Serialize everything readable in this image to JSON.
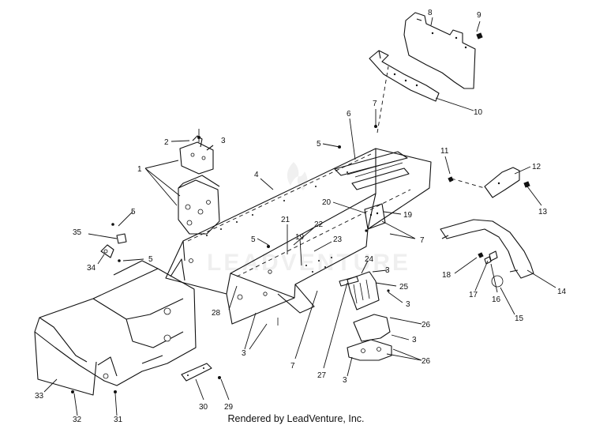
{
  "diagram": {
    "watermark": "LEADVENTURE",
    "callouts": [
      "1",
      "2",
      "3",
      "4",
      "5",
      "6",
      "7",
      "8",
      "9",
      "10",
      "11",
      "12",
      "13",
      "14",
      "15",
      "16",
      "17",
      "18",
      "19",
      "20",
      "21",
      "22",
      "23",
      "24",
      "25",
      "26",
      "27",
      "28",
      "29",
      "30",
      "31",
      "32",
      "33",
      "34",
      "35"
    ]
  },
  "footer": {
    "credit": "Rendered by LeadVenture, Inc."
  }
}
